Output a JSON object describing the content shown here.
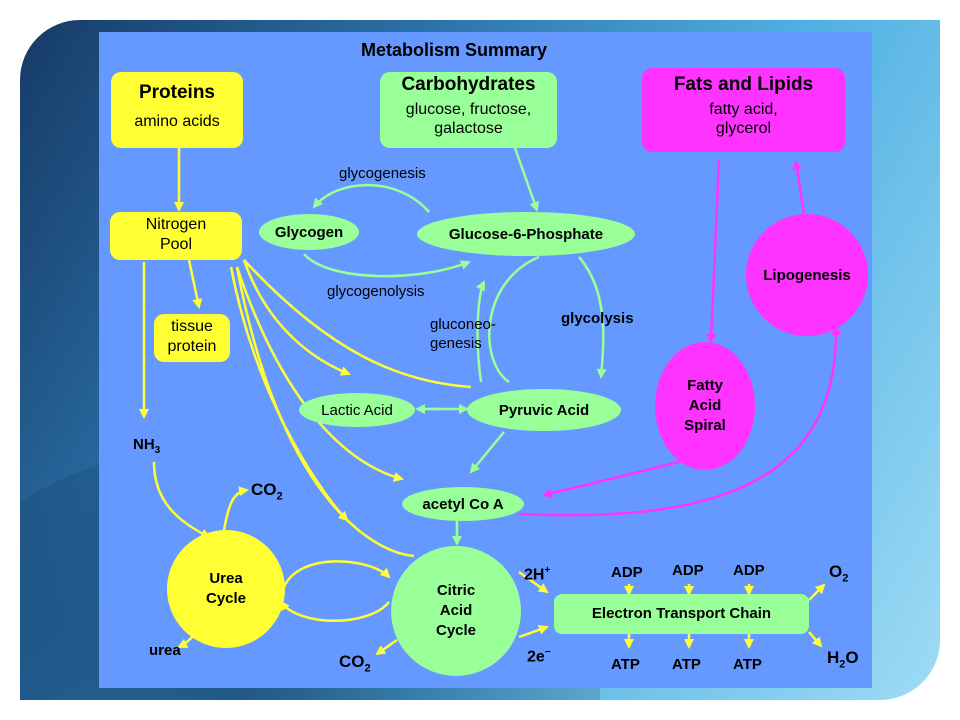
{
  "title": "Metabolism Summary",
  "proteins": {
    "title": "Proteins",
    "subtitle": "amino acids"
  },
  "carbohydrates": {
    "title": "Carbohydrates",
    "subtitle": "glucose, fructose,\ngalactose"
  },
  "fats": {
    "title": "Fats and Lipids",
    "subtitle": "fatty acid,\nglycerol"
  },
  "nodes": {
    "nitrogen_pool": "Nitrogen\nPool",
    "tissue_protein": "tissue\nprotein",
    "glycogen": "Glycogen",
    "g6p": "Glucose-6-Phosphate",
    "lipogenesis": "Lipogenesis",
    "fatty_acid_spiral": "Fatty\nAcid\nSpiral",
    "lactic_acid": "Lactic Acid",
    "pyruvic_acid": "Pyruvic Acid",
    "acetyl_coa": "acetyl Co A",
    "urea_cycle": "Urea\nCycle",
    "citric_acid_cycle": "Citric\nAcid\nCycle",
    "etc": "Electron Transport Chain"
  },
  "labels": {
    "glycogenesis": "glycogenesis",
    "glycogenolysis": "glycogenolysis",
    "gluconeogenesis": "gluconeo-\ngenesis",
    "glycolysis": "glycolysis",
    "nh3": "NH",
    "nh3_sub": "3",
    "co2_top": "CO",
    "co2_top_sub": "2",
    "co2_bottom": "CO",
    "co2_bottom_sub": "2",
    "urea": "urea",
    "h_plus": "2H",
    "h_plus_sup": "+",
    "e_minus": "2e",
    "e_minus_sup": "−",
    "adp1": "ADP",
    "adp2": "ADP",
    "adp3": "ADP",
    "atp1": "ATP",
    "atp2": "ATP",
    "atp3": "ATP",
    "o2": "O",
    "o2_sub": "2",
    "h2o_h": "H",
    "h2o_sub": "2",
    "h2o_o": "O"
  },
  "colors": {
    "background": "#6699ff",
    "protein_path": "#ffff33",
    "carb_path": "#99ff99",
    "fat_path": "#ff33ff"
  }
}
